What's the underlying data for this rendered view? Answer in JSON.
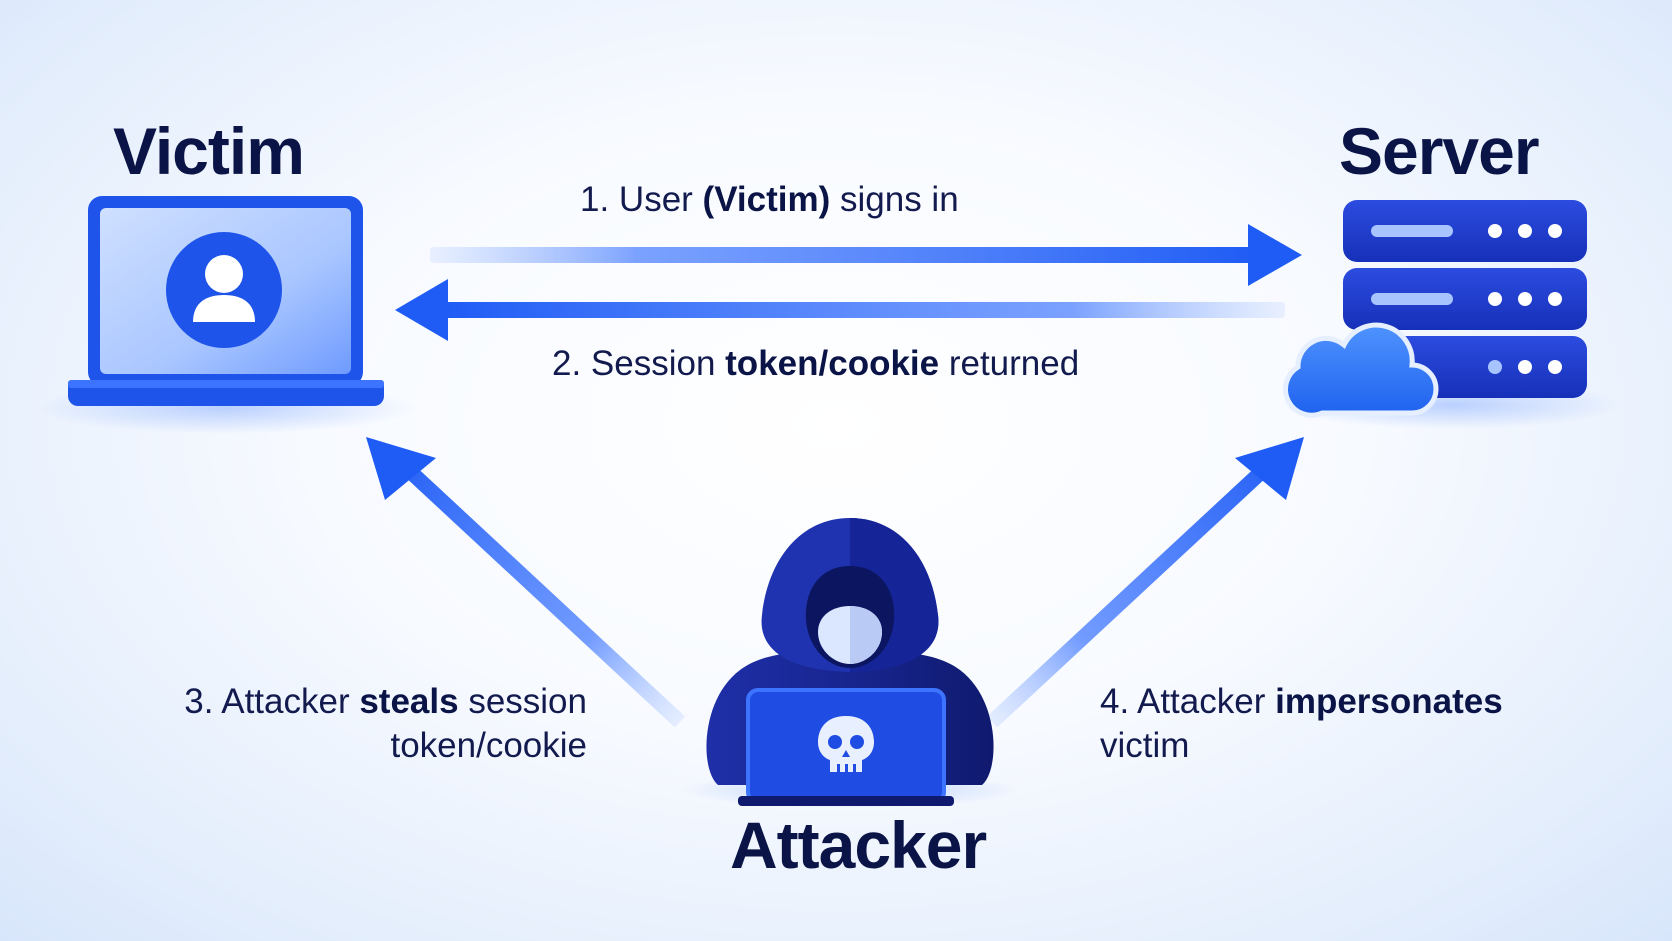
{
  "nodes": {
    "victim": {
      "label": "Victim"
    },
    "server": {
      "label": "Server"
    },
    "attacker": {
      "label": "Attacker"
    }
  },
  "steps": {
    "step1": {
      "pre": "1. User ",
      "bold": "(Victim)",
      "post": " signs in"
    },
    "step2": {
      "pre": "2. Session ",
      "bold": "token/cookie",
      "post": " returned"
    },
    "step3": {
      "pre": "3. Attacker ",
      "bold": "steals",
      "post": " session",
      "line2": "token/cookie"
    },
    "step4": {
      "pre": "4. Attacker ",
      "bold": "impersonates",
      "post": "",
      "line2": "victim"
    }
  },
  "icons": {
    "victim_laptop": "laptop-user-icon",
    "server": "server-rack-icon",
    "cloud": "cloud-icon",
    "attacker": "hooded-hacker-icon",
    "skull": "skull-icon"
  },
  "colors": {
    "accent": "#1a5cf0",
    "arrow": "#2e6bff",
    "dark_navy": "#0b1446",
    "hood": "#1d2fa3"
  }
}
